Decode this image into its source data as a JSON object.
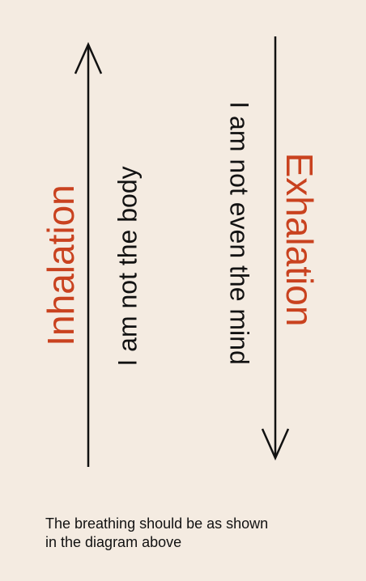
{
  "diagram": {
    "inhalation": {
      "label": "Inhalation",
      "phrase": "I am not the body",
      "direction": "up"
    },
    "exhalation": {
      "label": "Exhalation",
      "phrase": "I am not even the mind",
      "direction": "down"
    },
    "colors": {
      "label": "#c9421f",
      "text": "#111111",
      "background": "#f4ebe1"
    }
  },
  "caption": {
    "line1": "The breathing should be as shown",
    "line2": "in the diagram above"
  }
}
